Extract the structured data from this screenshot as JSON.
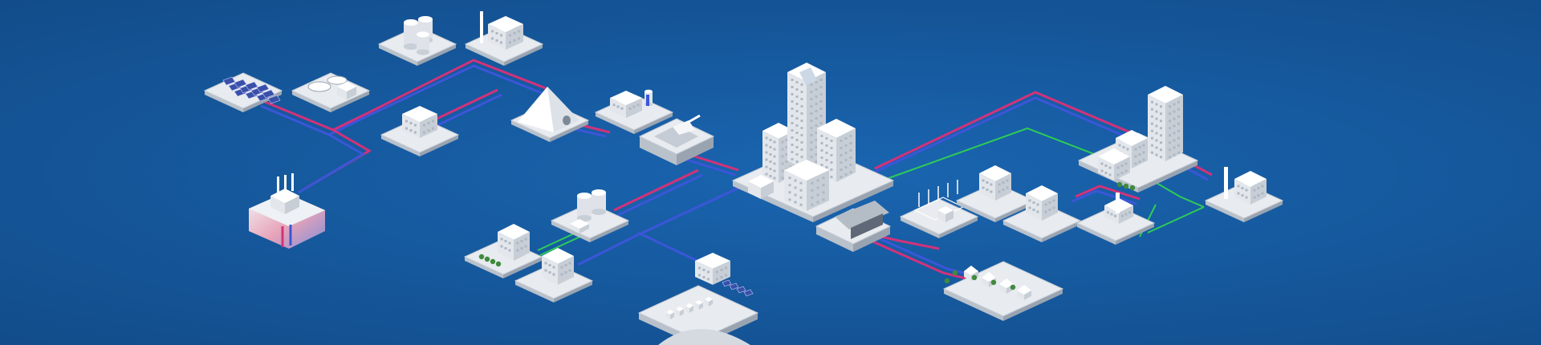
{
  "colors": {
    "background": "#15569b",
    "heat_supply_line": "#d2327a",
    "cold_return_line": "#3b56d8",
    "green_line": "#2ecc55"
  },
  "nodes": [
    {
      "id": "solar-field",
      "icon": "solar-panel-icon"
    },
    {
      "id": "water-treatment",
      "icon": "water-treatment-icon"
    },
    {
      "id": "storage-tanks",
      "icon": "tank-icon"
    },
    {
      "id": "power-plant",
      "icon": "factory-icon"
    },
    {
      "id": "geothermal-plant",
      "icon": "geothermal-icon"
    },
    {
      "id": "office-block",
      "icon": "building-icon"
    },
    {
      "id": "mountain-tunnel",
      "icon": "mountain-icon"
    },
    {
      "id": "small-factory",
      "icon": "factory-icon"
    },
    {
      "id": "excavation-site",
      "icon": "excavator-icon"
    },
    {
      "id": "city-center",
      "icon": "skyscraper-icon"
    },
    {
      "id": "tank-station",
      "icon": "tank-icon"
    },
    {
      "id": "residential-west",
      "icon": "house-icon"
    },
    {
      "id": "solar-housing",
      "icon": "solar-panel-icon"
    },
    {
      "id": "tunnel-portal",
      "icon": "tunnel-icon"
    },
    {
      "id": "substation",
      "icon": "substation-icon"
    },
    {
      "id": "residential-east",
      "icon": "building-icon"
    },
    {
      "id": "high-rise-district",
      "icon": "skyscraper-icon"
    },
    {
      "id": "industrial-east",
      "icon": "factory-icon"
    },
    {
      "id": "chimney-plant",
      "icon": "chimney-icon"
    },
    {
      "id": "villa-suburb",
      "icon": "house-icon"
    }
  ]
}
